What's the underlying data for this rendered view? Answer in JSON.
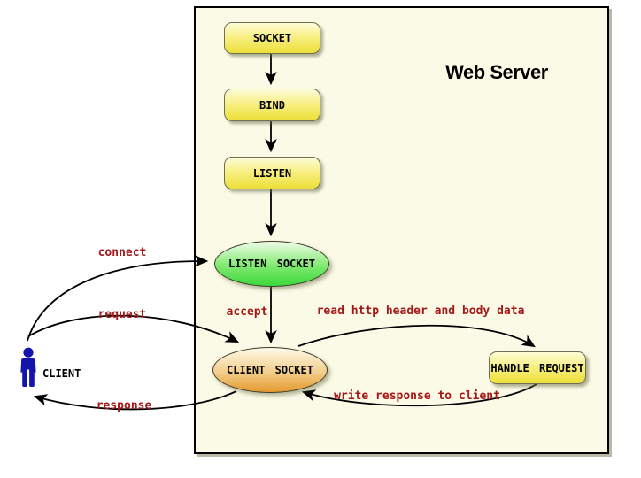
{
  "diagram": {
    "title": "Web Server",
    "nodes": {
      "socket": {
        "label": "SOCKET"
      },
      "bind": {
        "label": "BIND"
      },
      "listen": {
        "label": "LISTEN"
      },
      "listen_socket": {
        "label": "LISTEN SOCKET"
      },
      "client_socket": {
        "label": "CLIENT SOCKET"
      },
      "handle_request": {
        "label": "HANDLE REQUEST"
      }
    },
    "actor": {
      "label": "CLIENT"
    },
    "edge_labels": {
      "connect": "connect",
      "request": "request",
      "response": "response",
      "accept": "accept",
      "read": "read http header and body data",
      "write": "write response to client"
    },
    "colors": {
      "server_bg": "#FAFAE6",
      "yellow_top": "#FEFCD8",
      "yellow_mid": "#F7EE7E",
      "yellow_bottom": "#ECDF38",
      "green_top": "#F0FDEA",
      "green_mid": "#7FE96F",
      "green_bottom": "#3CD83C",
      "orange_top": "#FEF9EA",
      "orange_mid": "#F2CE8A",
      "orange_bottom": "#E4992F",
      "label_red": "#A61717",
      "client_blue": "#1414AC",
      "arrow_black": "#000000"
    }
  }
}
